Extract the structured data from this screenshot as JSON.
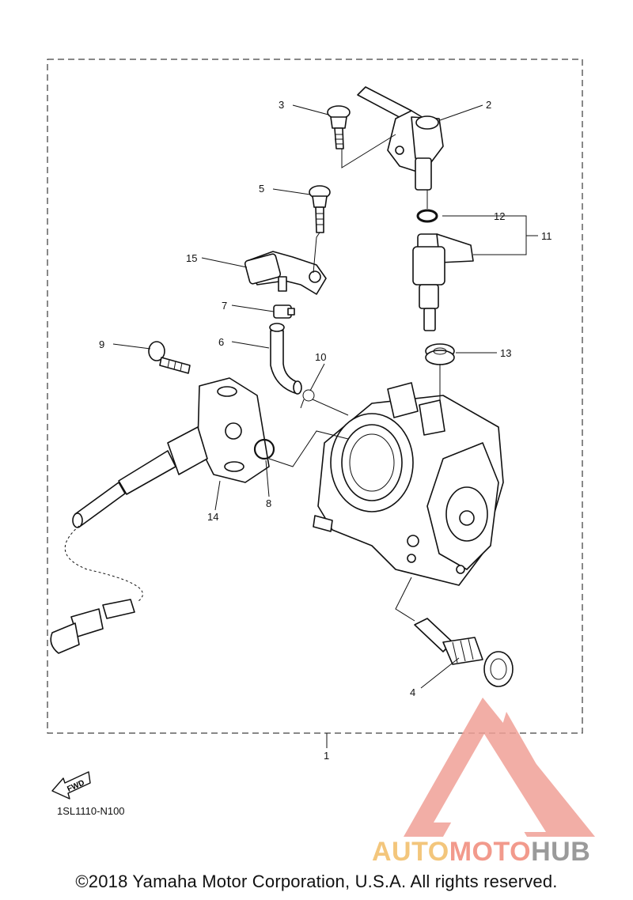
{
  "diagram": {
    "callouts": [
      "1",
      "2",
      "3",
      "4",
      "5",
      "6",
      "7",
      "8",
      "9",
      "10",
      "11",
      "12",
      "13",
      "14",
      "15"
    ],
    "fwd_label": "FWD",
    "drawing_code": "1SL1110-N100"
  },
  "watermark": {
    "part1": "AUTO",
    "part2": "MOTO",
    "part3": "HUB",
    "colors": {
      "auto": "#f3c67c",
      "moto": "#f29a8c",
      "hub": "#9a9a9a",
      "logo": "#f0a097"
    }
  },
  "footer": {
    "copyright": "©2018 Yamaha Motor Corporation, U.S.A. All rights reserved."
  }
}
